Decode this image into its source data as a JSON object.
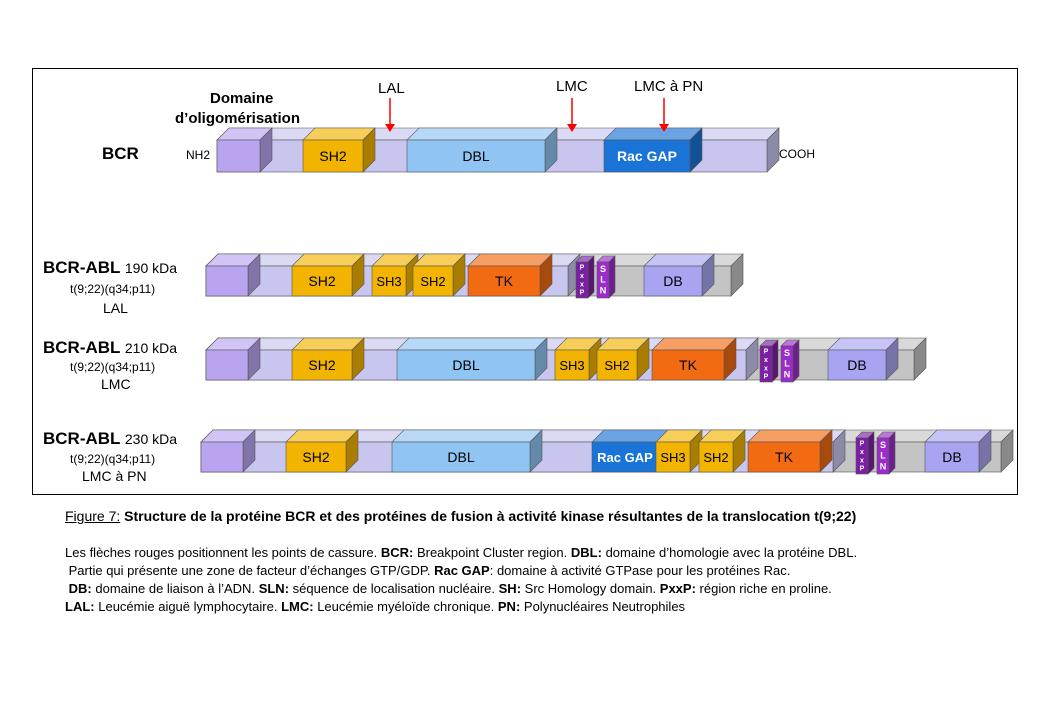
{
  "bcr": {
    "name": "BCR",
    "nterm": "NH2",
    "cterm": "COOH",
    "oligo_label_line1": "Domaine",
    "oligo_label_line2": "d’oligomérisation",
    "domains": {
      "sh2": "SH2",
      "dbl": "DBL",
      "racgap": "Rac GAP"
    }
  },
  "breakpoints": [
    {
      "label": "LAL"
    },
    {
      "label": "LMC"
    },
    {
      "label": "LMC à PN"
    }
  ],
  "fusions": [
    {
      "name": "BCR-ABL",
      "kda": "190 kDa",
      "translocation": "t(9;22)(q34;p11)",
      "disease": "LAL"
    },
    {
      "name": "BCR-ABL",
      "kda": "210 kDa",
      "translocation": "t(9;22)(q34;p11)",
      "disease": "LMC"
    },
    {
      "name": "BCR-ABL",
      "kda": "230 kDa",
      "translocation": "t(9;22)(q34;p11)",
      "disease": "LMC à PN"
    }
  ],
  "domain_labels": {
    "sh2": "SH2",
    "sh3": "SH3",
    "dbl": "DBL",
    "racgap": "Rac GAP",
    "tk": "TK",
    "db": "DB",
    "pxxp": [
      "P",
      "x",
      "x",
      "P"
    ],
    "sln": [
      "S",
      "L",
      "N"
    ]
  },
  "colors": {
    "oligo": "#b9a4f0",
    "backbone": "#c8c6ee",
    "sh": "#f2b400",
    "dbl": "#90c4f2",
    "racgap": "#1a73d6",
    "tk": "#f26a12",
    "pxxp": "#7b1fa2",
    "sln": "#9b2cc9",
    "db": "#a8a4f2",
    "abl_tail": "#c4c4c4",
    "arrow": "#ff0000"
  },
  "caption": {
    "figure_label": "Figure 7:",
    "title": "Structure de la protéine BCR et des protéines de fusion à activité kinase résultantes de la translocation t(9;22)"
  },
  "legend": {
    "l1_t1": "Les flèches rouges positionnent les points de cassure.",
    "l1_k1": "BCR:",
    "l1_t2": "Breakpoint Cluster region.",
    "l1_k2": "DBL:",
    "l1_t3": "domaine d’homologie avec la protéine DBL.",
    "l2_t1": "Partie qui présente une zone de facteur d’échanges GTP/GDP.",
    "l2_k1": "Rac GAP",
    "l2_t2": ": domaine à activité GTPase pour les protéines Rac.",
    "l3_k1": "DB:",
    "l3_t1": "domaine de liaison à l’ADN.",
    "l3_k2": "SLN:",
    "l3_t2": "séquence de localisation nucléaire.",
    "l3_k3": "SH:",
    "l3_t3": "Src Homology domain.",
    "l3_k4": "PxxP:",
    "l3_t4": "région riche en proline.",
    "l4_k1": "LAL:",
    "l4_t1": "Leucémie aiguë lymphocytaire.",
    "l4_k2": "LMC:",
    "l4_t2": "Leucémie myéloïde chronique.",
    "l4_k3": "PN:",
    "l4_t3": "Polynucléaires Neutrophiles"
  }
}
